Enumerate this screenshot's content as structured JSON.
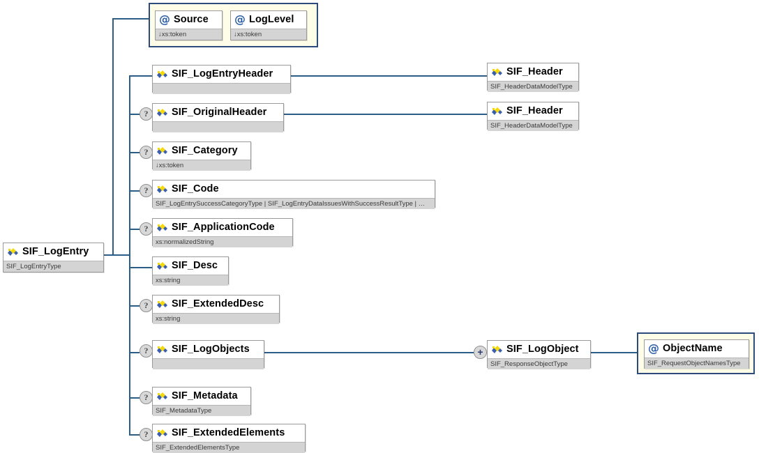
{
  "diagram": {
    "title": "SIF_LogEntry XML Schema Diagram",
    "type": "xsd-tree",
    "accent_line_color": "#2c5d87",
    "attribute_group_bg": "#fdfde8",
    "attribute_group_border": "#2c4a7c",
    "type_row_bg": "#d4d4d4"
  },
  "root": {
    "name": "SIF_LogEntry",
    "type": "SIF_LogEntryType",
    "icon": "element-sequence-icon",
    "optional": false
  },
  "attribute_group": {
    "attributes": [
      {
        "name": "Source",
        "type": "↓xs:token",
        "icon": "attribute-at-icon"
      },
      {
        "name": "LogLevel",
        "type": "↓xs:token",
        "icon": "attribute-at-icon"
      }
    ]
  },
  "children": [
    {
      "name": "SIF_LogEntryHeader",
      "type": "",
      "icon": "element-sequence-icon",
      "optional": false
    },
    {
      "name": "SIF_OriginalHeader",
      "type": "",
      "icon": "element-sequence-icon",
      "optional": true
    },
    {
      "name": "SIF_Category",
      "type": "↓xs:token",
      "icon": "element-sequence-icon",
      "optional": true
    },
    {
      "name": "SIF_Code",
      "type": "SIF_LogEntrySuccessCategoryType | SIF_LogEntryDataIssuesWithSuccessResultType | …",
      "icon": "element-sequence-icon",
      "optional": true
    },
    {
      "name": "SIF_ApplicationCode",
      "type": "xs:normalizedString",
      "icon": "element-sequence-icon",
      "optional": true
    },
    {
      "name": "SIF_Desc",
      "type": "xs:string",
      "icon": "element-sequence-icon",
      "optional": false
    },
    {
      "name": "SIF_ExtendedDesc",
      "type": "xs:string",
      "icon": "element-sequence-icon",
      "optional": true
    },
    {
      "name": "SIF_LogObjects",
      "type": "",
      "icon": "element-sequence-icon",
      "optional": true
    },
    {
      "name": "SIF_Metadata",
      "type": "SIF_MetadataType",
      "icon": "element-sequence-icon",
      "optional": true
    },
    {
      "name": "SIF_ExtendedElements",
      "type": "SIF_ExtendedElementsType",
      "icon": "element-sequence-icon",
      "optional": true
    }
  ],
  "referenced": {
    "header_top": {
      "name": "SIF_Header",
      "type": "SIF_HeaderDataModelType",
      "icon": "element-sequence-icon"
    },
    "header_bottom": {
      "name": "SIF_Header",
      "type": "SIF_HeaderDataModelType",
      "icon": "element-sequence-icon"
    },
    "log_object": {
      "name": "SIF_LogObject",
      "type": "SIF_ResponseObjectType",
      "icon": "element-sequence-icon",
      "expandable": true,
      "expand_label": "+"
    },
    "object_name": {
      "name": "ObjectName",
      "type": "SIF_RequestObjectNamesType",
      "icon": "attribute-at-icon"
    }
  },
  "markers": {
    "optional_label": "?",
    "expand_label": "+"
  }
}
